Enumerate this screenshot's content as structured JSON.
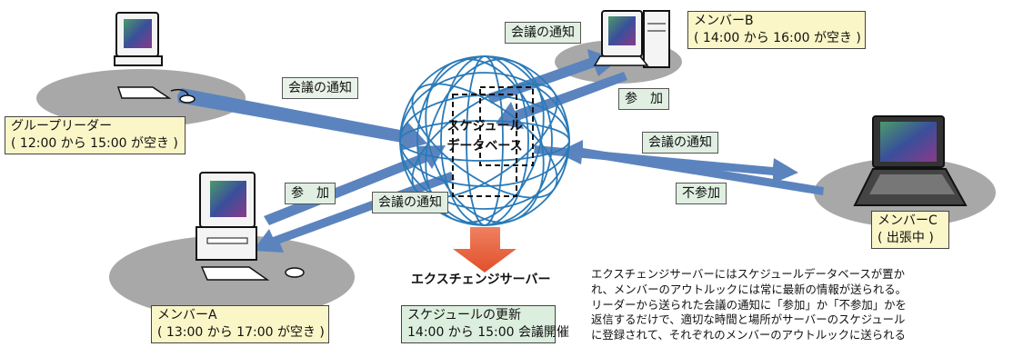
{
  "server": {
    "label": "エクスチェンジサーバー",
    "db_line1": "スケジュール",
    "db_line2": "データベース"
  },
  "leader": {
    "name": "グループリーダー",
    "status": "( 12:00 から 15:00 が空き )"
  },
  "member_a": {
    "name": "メンバーA",
    "status": "( 13:00 から 17:00 が空き )"
  },
  "member_b": {
    "name": "メンバーB",
    "status": "( 14:00 から 16:00 が空き )"
  },
  "member_c": {
    "name": "メンバーC",
    "status": "( 出張中 )"
  },
  "arrows": {
    "leader_notice": "会議の通知",
    "b_notice": "会議の通知",
    "b_attend": "参　加",
    "a_attend": "参　加",
    "a_notice": "会議の通知",
    "c_notice": "会議の通知",
    "c_decline": "不参加"
  },
  "update": {
    "title": "スケジュールの更新",
    "detail": "14:00 から 15:00 会議開催"
  },
  "description": [
    "エクスチェンジサーバーにはスケジュールデータベースが置か",
    "れ、メンバーのアウトルックには常に最新の情報が送られる。",
    "リーダーから送られた会議の通知に「参加」か「不参加」かを",
    "返信するだけで、適切な時間と場所がサーバーのスケジュール",
    "に登録されて、それぞれのメンバーのアウトルックに送られる"
  ]
}
